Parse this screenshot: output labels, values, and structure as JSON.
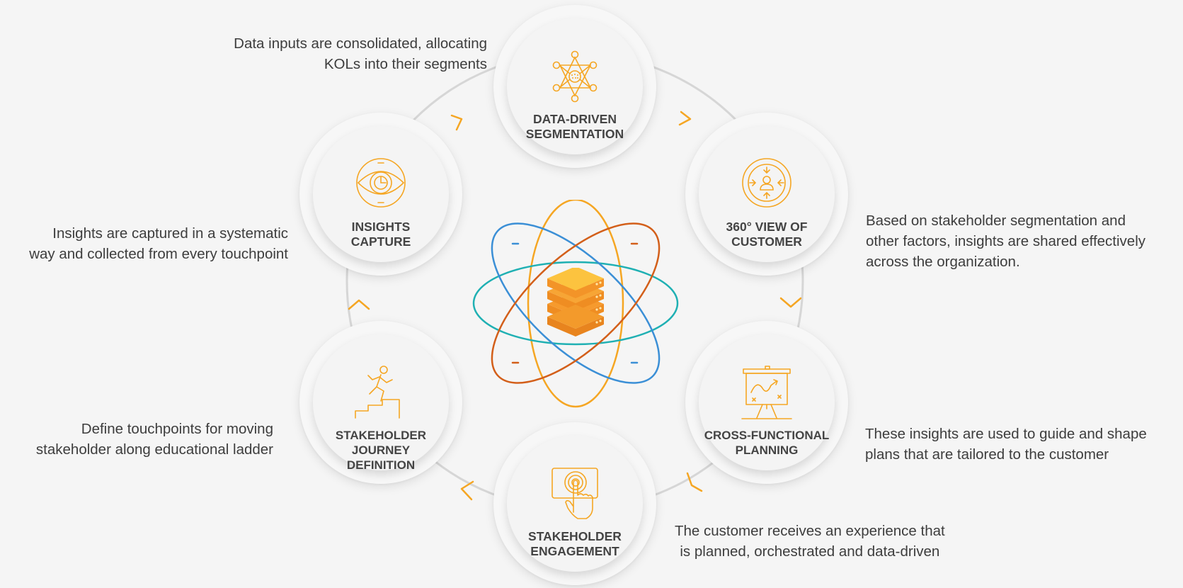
{
  "colors": {
    "accent_orange": "#f5a623",
    "dark_orange": "#d35f1a",
    "blue": "#3b8fd6",
    "teal": "#1fb0b3",
    "ring_gray": "#d6d6d6",
    "text": "#3d3d3d"
  },
  "nodes": [
    {
      "label": "DATA-DRIVEN\nSEGMENTATION",
      "icon": "network-icon"
    },
    {
      "label": "360° VIEW OF\nCUSTOMER",
      "icon": "customer-360-icon"
    },
    {
      "label": "CROSS-FUNCTIONAL\nPLANNING",
      "icon": "presentation-board-icon"
    },
    {
      "label": "STAKEHOLDER\nENGAGEMENT",
      "icon": "touch-screen-icon"
    },
    {
      "label": "STAKEHOLDER JOURNEY\nDEFINITION",
      "icon": "stairs-runner-icon"
    },
    {
      "label": "INSIGHTS\nCAPTURE",
      "icon": "eye-icon"
    }
  ],
  "descriptions": {
    "data_driven": "Data inputs are consolidated, allocating\nKOLs into their segments",
    "view_360": "Based on stakeholder segmentation and\nother factors, insights are shared effectively\nacross the organization.",
    "planning": "These insights are used to guide and shape\nplans that are tailored to the customer",
    "engagement": "The customer receives an experience that\nis planned, orchestrated and data-driven",
    "journey": "Define touchpoints for moving\nstakeholder along educational ladder",
    "insights": "Insights are captured in a systematic\nway and collected from every touchpoint"
  },
  "center": {
    "icon": "database-server-icon",
    "orbit_icon": "atom-orbits-icon"
  }
}
